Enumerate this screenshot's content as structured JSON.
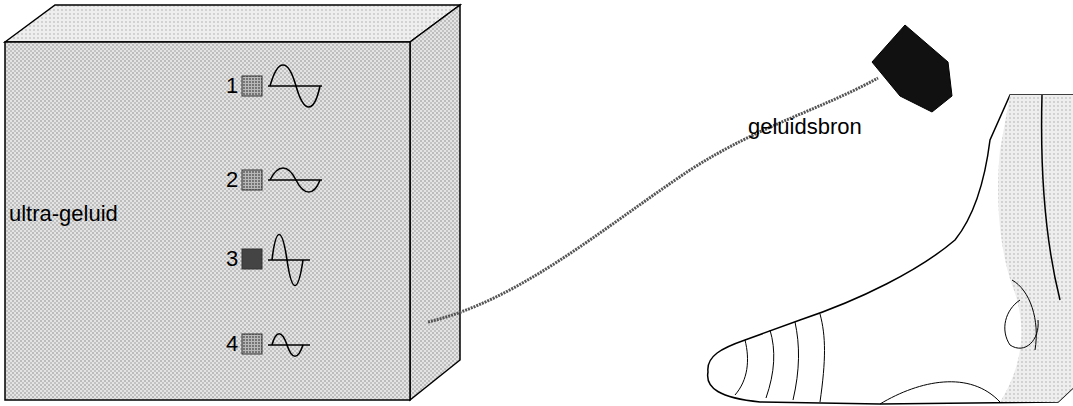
{
  "diagram": {
    "labels": [
      "1",
      "2",
      "3",
      "4",
      "ultra-geluid",
      "geluidsbron"
    ]
  }
}
